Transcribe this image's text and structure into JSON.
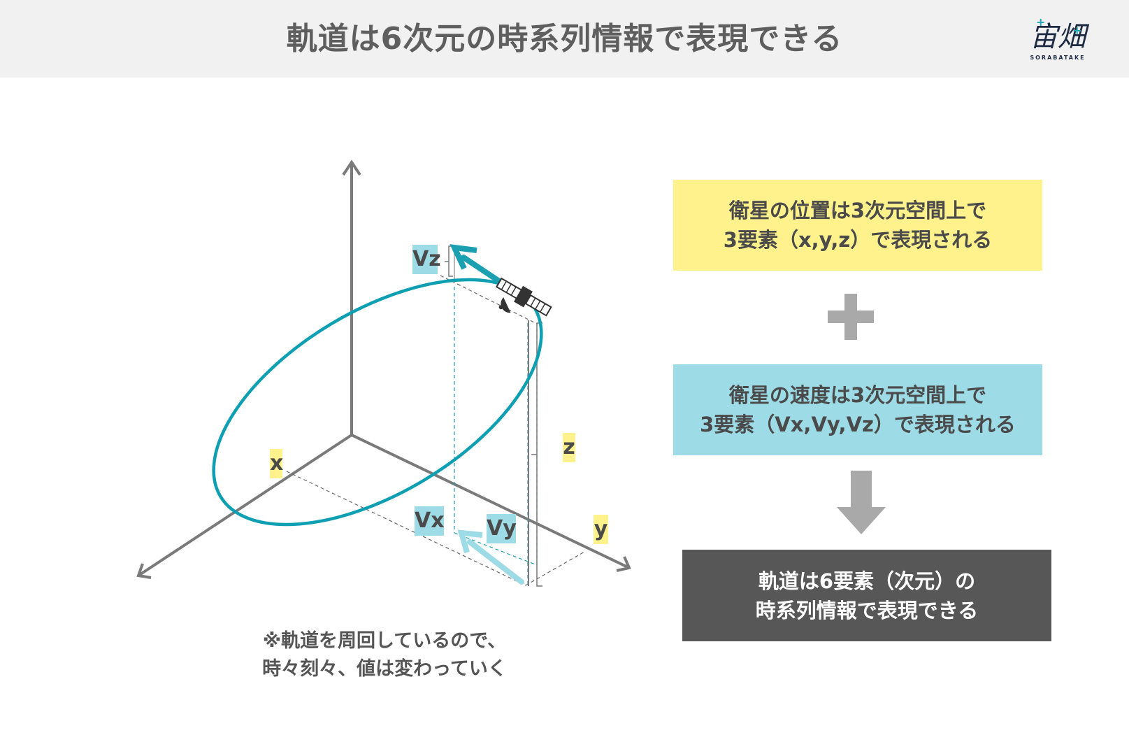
{
  "header": {
    "title": "軌道は6次元の時系列情報で表現できる",
    "logo_main": "宙畑",
    "logo_sub": "SORABATAKE"
  },
  "diagram": {
    "labels": {
      "x": "x",
      "y": "y",
      "z": "z",
      "vx": "Vx",
      "vy": "Vy",
      "vz": "Vz"
    },
    "note": {
      "line1": "※軌道を周回しているので、",
      "line2": "時々刻々、値は変わっていく"
    }
  },
  "boxes": {
    "position": {
      "line1": "衛星の位置は3次元空間上で",
      "line2": "3要素（x,y,z）で表現される"
    },
    "velocity": {
      "line1": "衛星の速度は3次元空間上で",
      "line2": "3要素（Vx,Vy,Vz）で表現される"
    },
    "orbit": {
      "line1": "軌道は6要素（次元）の",
      "line2": "時系列情報で表現できる"
    }
  },
  "colors": {
    "header_bg": "#f1f1f1",
    "axis": "#7a7a7a",
    "orbit": "#0e9fb3",
    "velocity_arrow": "#1aa0b1",
    "velocity_light": "#9ddbe6",
    "yellow": "#fff18c",
    "dark_box": "#575757",
    "connector": "#a9a9a9"
  },
  "icons": {
    "satellite": "satellite-icon",
    "plus": "plus-icon",
    "down_arrow": "down-arrow-icon"
  }
}
